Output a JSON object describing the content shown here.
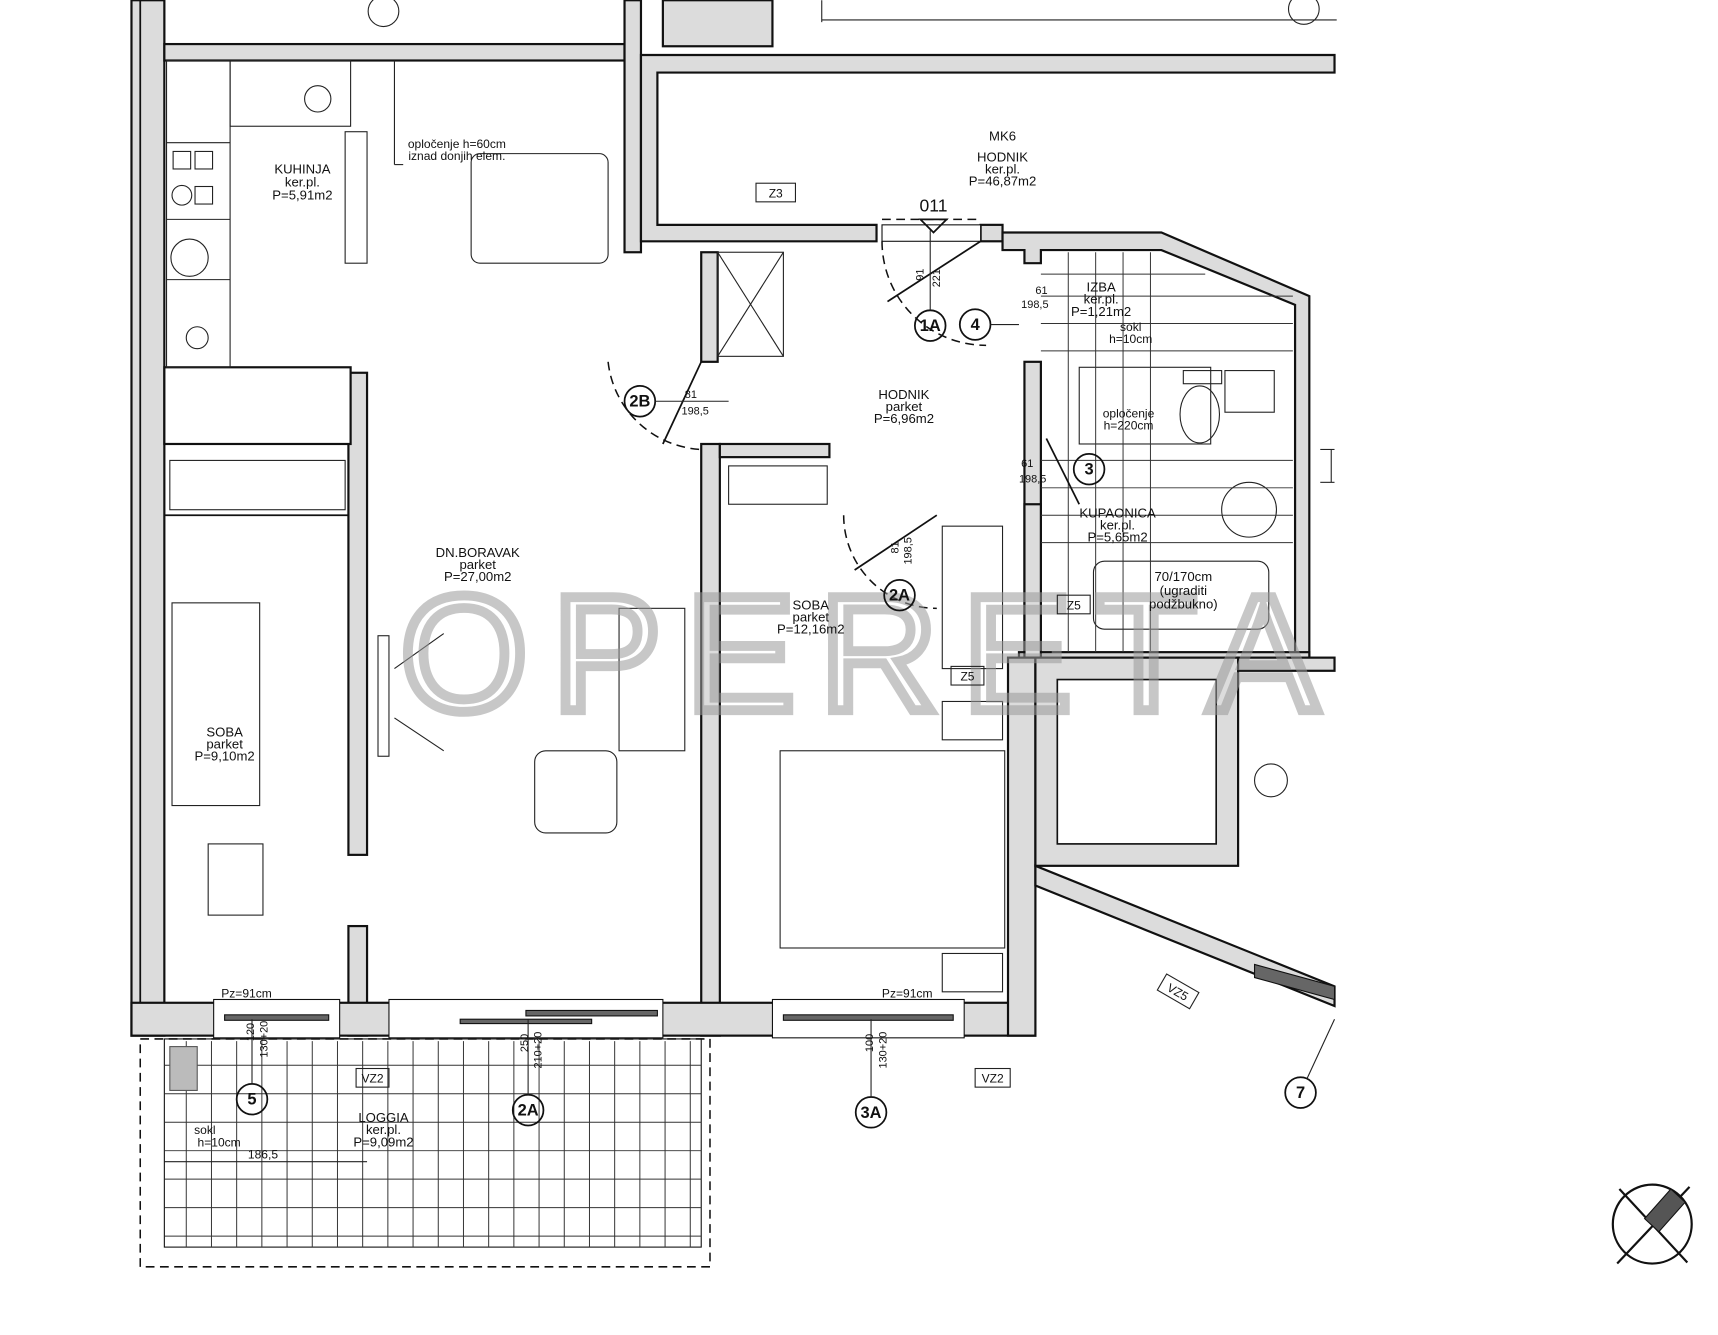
{
  "watermark": "OPERETA",
  "rooms": {
    "kuhinja": {
      "name": "KUHINJA",
      "floor": "ker.pl.",
      "area": "P=5,91m2"
    },
    "hodnik_mk6": {
      "code": "MK6",
      "name": "HODNIK",
      "floor": "ker.pl.",
      "area": "P=46,87m2"
    },
    "hodnik": {
      "name": "HODNIK",
      "floor": "parket",
      "area": "P=6,96m2"
    },
    "izba": {
      "name": "IZBA",
      "floor": "ker.pl.",
      "area": "P=1,21m2"
    },
    "kupaonica": {
      "name": "KUPAONICA",
      "floor": "ker.pl.",
      "area": "P=5,65m2"
    },
    "boravak": {
      "name": "DN.BORAVAK",
      "floor": "parket",
      "area": "P=27,00m2"
    },
    "soba_left": {
      "name": "SOBA",
      "floor": "parket",
      "area": "P=9,10m2"
    },
    "soba_right": {
      "name": "SOBA",
      "floor": "parket",
      "area": "P=12,16m2"
    },
    "loggia": {
      "name": "LOGGIA",
      "floor": "ker.pl.",
      "area": "P=9,09m2"
    }
  },
  "notes": {
    "oplocenje_kitchen_1": "opločenje h=60cm",
    "oplocenje_kitchen_2": "iznad donjih elem.",
    "oplocenje_bath_1": "opločenje",
    "oplocenje_bath_2": "h=220cm",
    "sokl_izba_1": "sokl",
    "sokl_izba_2": "h=10cm",
    "sokl_loggia_1": "sokl",
    "sokl_loggia_2": "h=10cm",
    "bathtub_1": "70/170cm",
    "bathtub_2": "(ugraditi",
    "bathtub_3": "podžbukno)",
    "entrance_no": "011",
    "pz_left": "Pz=91cm",
    "pz_right": "Pz=91cm",
    "loggia_dim": "186,5"
  },
  "tags": {
    "z3": "Z3",
    "z5_bath": "Z5",
    "z5_room": "Z5",
    "vz2_left": "VZ2",
    "vz2_right": "VZ2",
    "vz5": "VZ5"
  },
  "door_marks": {
    "m1a": "1A",
    "m2b": "2B",
    "m2a_room": "2A",
    "m3": "3",
    "m4": "4",
    "m5": "5",
    "m2a_loggia": "2A",
    "m3a": "3A",
    "m7": "7"
  },
  "dims": {
    "d1a_a": "91",
    "d1a_b": "221",
    "d2b_a": "81",
    "d2b_b": "198,5",
    "d4_a": "61",
    "d4_b": "198,5",
    "d3_a": "61",
    "d3_b": "198,5",
    "d2a_a": "81",
    "d2a_b": "198,5",
    "d5_a": "120",
    "d5_b": "130+20",
    "d2al_a": "250",
    "d2al_b": "210+20",
    "d3a_a": "100",
    "d3a_b": "130+20"
  }
}
